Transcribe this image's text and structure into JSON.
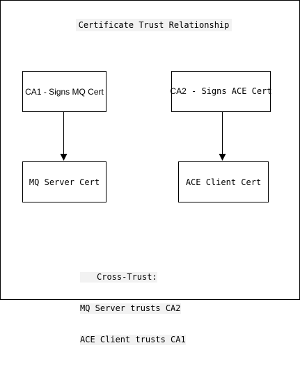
{
  "diagram": {
    "title": "Certificate Trust Relationship",
    "nodes": {
      "ca1": {
        "label": "CA1 - Signs MQ Cert"
      },
      "ca2": {
        "label_prefix": "CA2",
        "label_suffix": " - Signs ACE Cert"
      },
      "mq_server": {
        "label": "MQ Server Cert"
      },
      "ace_client": {
        "label": "ACE Client Cert"
      }
    },
    "edges": [
      {
        "from": "CA1 - Signs MQ Cert",
        "to": "MQ Server Cert"
      },
      {
        "from": "CA2 - Signs ACE Cert",
        "to": "ACE Client Cert"
      }
    ],
    "note": {
      "heading": "Cross-Trust:",
      "lines": [
        "MQ Server trusts CA2",
        "ACE Client trusts CA1"
      ]
    }
  }
}
